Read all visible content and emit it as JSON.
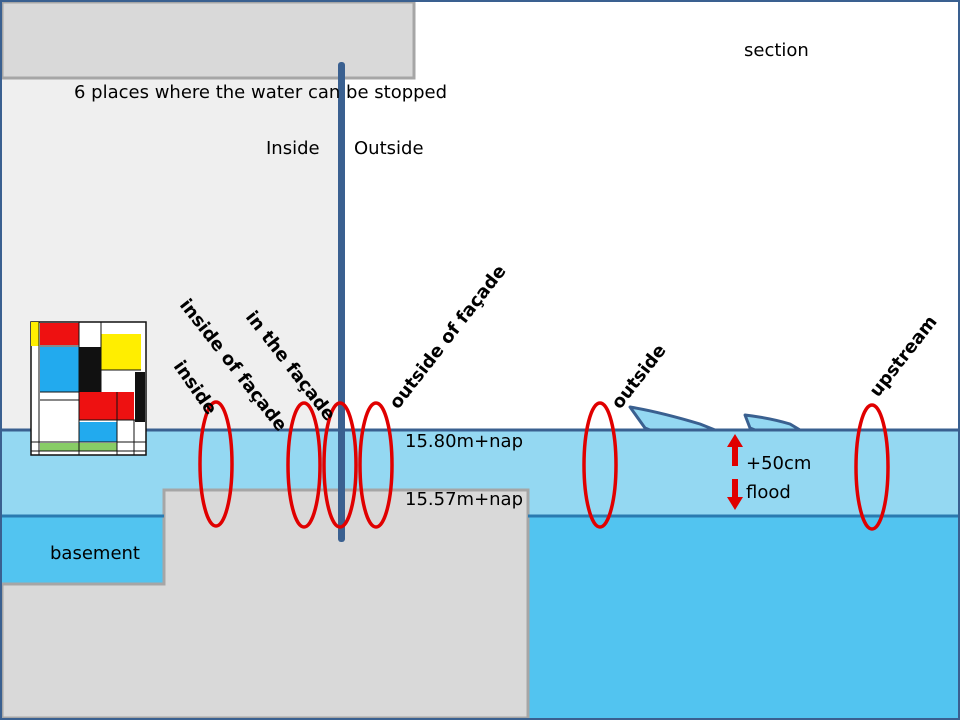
{
  "title": "6 places where the water can be stopped",
  "section_label": "section",
  "side_labels": {
    "inside": "Inside",
    "outside": "Outside"
  },
  "stop_places": [
    {
      "id": "inside",
      "label": "inside"
    },
    {
      "id": "inside-of-facade",
      "label": "inside of façade"
    },
    {
      "id": "in-the-facade",
      "label": "in the façade"
    },
    {
      "id": "outside-of-facade",
      "label": "outside of façade"
    },
    {
      "id": "outside",
      "label": "outside"
    },
    {
      "id": "upstream",
      "label": "upstream"
    }
  ],
  "levels": {
    "water_level": "15.80m+nap",
    "floor_level": "15.57m+nap"
  },
  "flood": {
    "amount": "+50cm",
    "label": "flood"
  },
  "basement_label": "basement",
  "colors": {
    "frame": "#3a6090",
    "wall": "#d9d9d9",
    "wall_edge": "#a6a6a6",
    "interior": "#efefef",
    "flood_water": "#94d8f2",
    "deep_water": "#52c4f0",
    "marker": "#e00000"
  }
}
